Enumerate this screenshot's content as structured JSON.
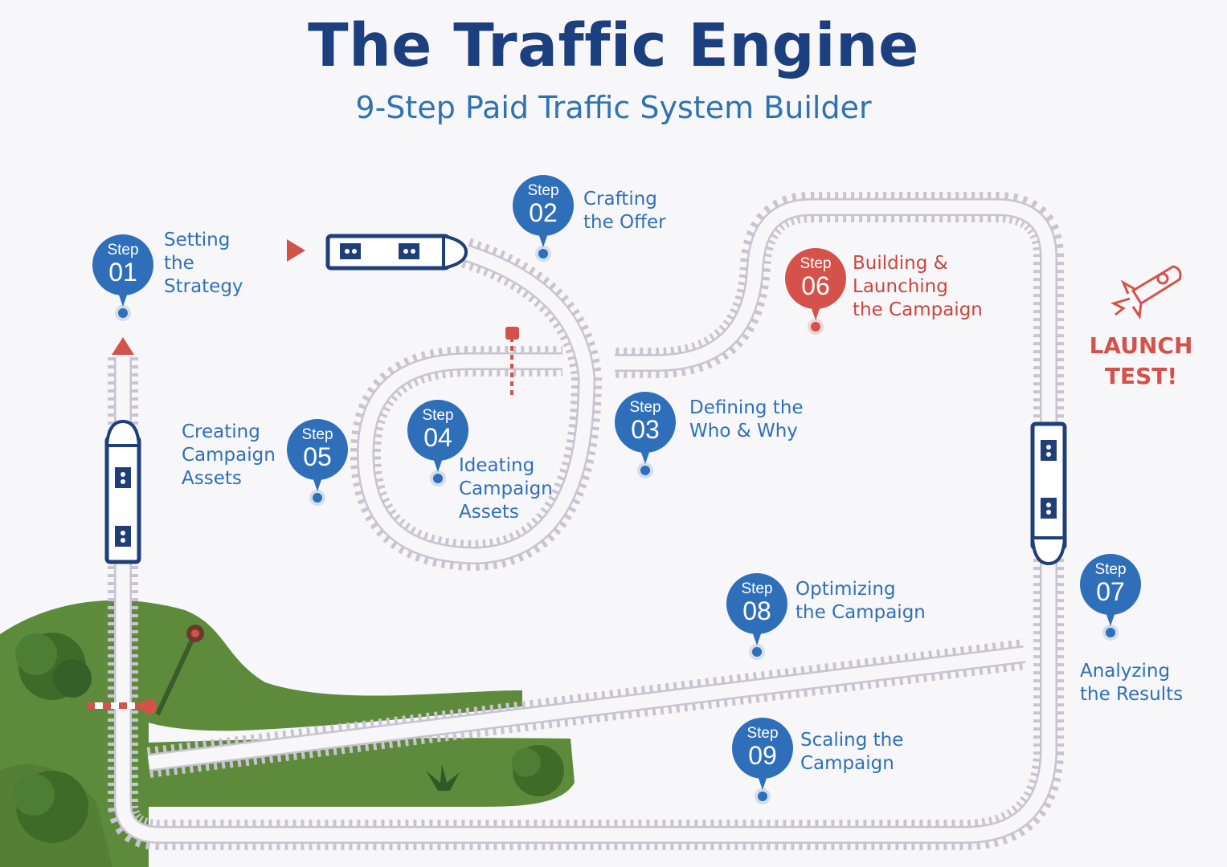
{
  "header": {
    "title": "The Traffic Engine",
    "subtitle": "9-Step Paid Traffic System Builder"
  },
  "step_word": "Step",
  "steps": [
    {
      "num": "01",
      "label_lines": [
        "Setting",
        "the",
        "Strategy"
      ]
    },
    {
      "num": "02",
      "label_lines": [
        "Crafting",
        "the Offer"
      ]
    },
    {
      "num": "03",
      "label_lines": [
        "Defining the",
        "Who & Why"
      ]
    },
    {
      "num": "04",
      "label_lines": [
        "Ideating",
        "Campaign",
        "Assets"
      ]
    },
    {
      "num": "05",
      "label_lines": [
        "Creating",
        "Campaign",
        "Assets"
      ]
    },
    {
      "num": "06",
      "label_lines": [
        "Building &",
        "Launching",
        "the Campaign"
      ]
    },
    {
      "num": "07",
      "label_lines": [
        "Analyzing",
        "the Results"
      ]
    },
    {
      "num": "08",
      "label_lines": [
        "Optimizing",
        "the Campaign"
      ]
    },
    {
      "num": "09",
      "label_lines": [
        "Scaling the",
        "Campaign"
      ]
    }
  ],
  "launch": {
    "line1": "LAUNCH",
    "line2": "TEST!"
  },
  "colors": {
    "title": "#1c3f7f",
    "accent_blue": "#2f6fba",
    "accent_red": "#d4524a",
    "track": "#c9c4d1",
    "grass": "#5a8a3a"
  },
  "icons": [
    "train-icon",
    "rocket-icon",
    "signal-post-icon",
    "flag-icon",
    "tree-icon",
    "railway-crossing-icon"
  ]
}
